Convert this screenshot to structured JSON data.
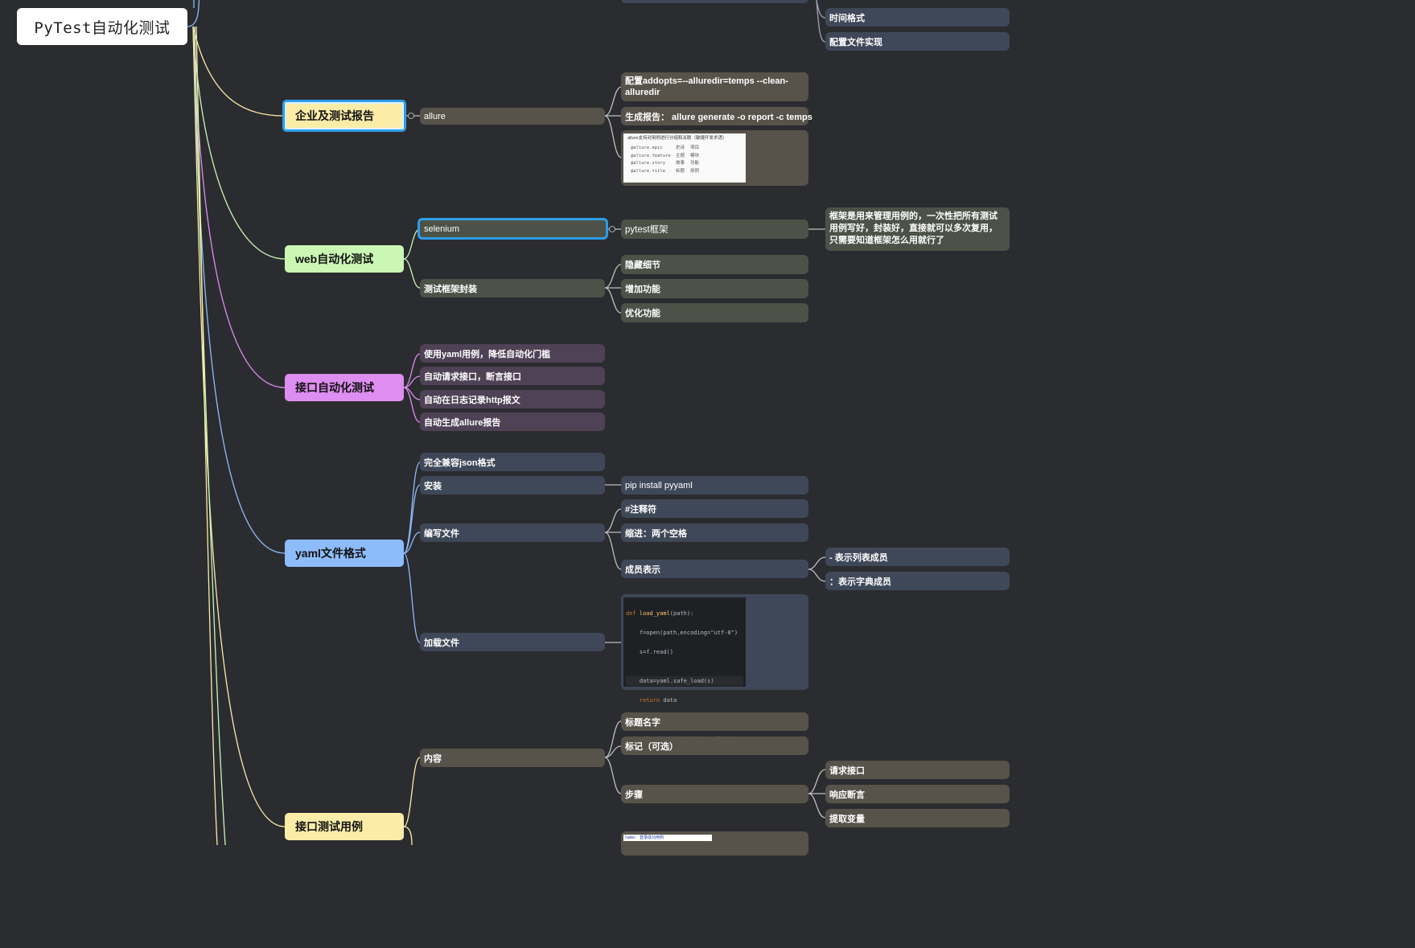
{
  "root": {
    "title": "PyTest自动化测试"
  },
  "colors": {
    "background": "#2b2c30",
    "yellow_topic": "#fbeca8",
    "green_topic": "#caf7b3",
    "purple_topic": "#de8df0",
    "blue_topic": "#8dbcfa",
    "yellow_branch": "#57534a",
    "green_branch": "#4c5247",
    "purple_branch": "#4f4256",
    "blue_branch": "#3f4858",
    "selection": "#2e9de6"
  },
  "top_partial": {
    "items": [
      "时间格式",
      "配置文件实现"
    ]
  },
  "report": {
    "topic": "企业及测试报告",
    "allure": "allure",
    "addopts": "配置addopts=--alluredir=temps --clean-alluredir",
    "generate": "生成报告： allure generate -o report -c temps",
    "image": {
      "heading": "allure支持对用例进行分组和关联（敏捷开发术语）",
      "rows": [
        [
          "@allure.epic",
          "史诗",
          "项目"
        ],
        [
          "@allure.feature",
          "主题",
          "模块"
        ],
        [
          "@allure.story",
          "故事",
          "功能"
        ],
        [
          "@allure.title",
          "标题",
          "用例"
        ]
      ]
    }
  },
  "web": {
    "topic": "web自动化测试",
    "selenium": "selenium",
    "pytest_framework": "pytest框架",
    "framework_note": "框架是用来管理用例的，一次性把所有测试用例写好，封装好，直接就可以多次复用，只需要知道框架怎么用就行了",
    "encapsulation": "测试框架封装",
    "benefits": [
      "隐藏细节",
      "增加功能",
      "优化功能"
    ]
  },
  "api": {
    "topic": "接口自动化测试",
    "items": [
      "使用yaml用例，降低自动化门槛",
      "自动请求接口，断言接口",
      "自动在日志记录http报文",
      "自动生成allure报告"
    ]
  },
  "yaml": {
    "topic": "yaml文件格式",
    "json_compat": "完全兼容json格式",
    "install": "安装",
    "install_cmd": "pip install pyyaml",
    "write": "编写文件",
    "comment": "#注释符",
    "indent": "缩进：两个空格",
    "members": "成员表示",
    "list_member": "- 表示列表成员",
    "dict_member": "：表示字典成员",
    "load": "加载文件",
    "code": {
      "l1_kw": "def ",
      "l1_fn": "load_yaml",
      "l1_rest": "(path):",
      "l2": "    f=open(path,encoding=\"utf-8\")",
      "l3": "    s=f.read()",
      "l4": "",
      "l5": "    data=yaml.safe_load(s)",
      "l6_kw": "    return ",
      "l6_rest": "data",
      "l7": "",
      "l8": "",
      "l9": "print(load_yaml(\"beifan.yaml\"))"
    }
  },
  "testcase": {
    "topic": "接口测试用例",
    "content": "内容",
    "title_name": "标题名字",
    "mark": "标记（可选）",
    "steps": "步骤",
    "step_items": [
      "请求接口",
      "响应断言",
      "提取变量"
    ],
    "snippet": "name: 登录成功用例"
  }
}
